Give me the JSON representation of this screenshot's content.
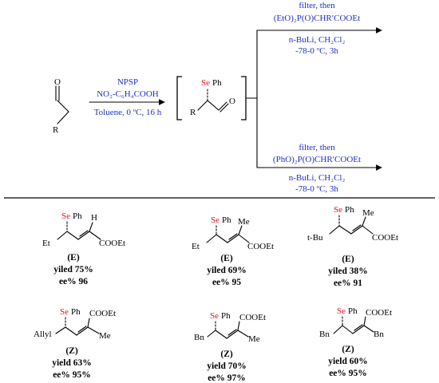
{
  "reagents": {
    "step1_top": "NPSP",
    "step1_acid": "NO₂-C₆H₄COOH",
    "step1_cond": "Toluene, 0 ºC, 16 h",
    "top_a": "filter, then",
    "top_b": "(EtO)₂P(O)CHR′COOEt",
    "top_c": "n-BuLi, CH₂Cl₂",
    "top_d": "-78-0 ºC, 3h",
    "bot_a": "filter, then",
    "bot_b": "(PhO)₂P(O)CHR′COOEt",
    "bot_c": "n-BuLi, CH₂Cl₂",
    "bot_d": "-78-0 ºC, 3h"
  },
  "atoms": {
    "O": "O",
    "R": "R",
    "Se": "Se",
    "Ph": "Ph",
    "H": "H",
    "Me": "Me",
    "COOEt": "COOEt",
    "Et": "Et",
    "tBu": "t-Bu",
    "Allyl": "Allyl",
    "Bn": "Bn"
  },
  "products": [
    {
      "geom": "(E)",
      "yield": "yiled 75%",
      "ee": "ee% 96"
    },
    {
      "geom": "(E)",
      "yield": "yiled 69%",
      "ee": "ee% 95"
    },
    {
      "geom": "(E)",
      "yield": "yiled 38%",
      "ee": "ee% 91"
    },
    {
      "geom": "(Z)",
      "yield": "yield 63%",
      "ee": "ee% 95%"
    },
    {
      "geom": "(Z)",
      "yield": "yield 70%",
      "ee": "ee% 97%"
    },
    {
      "geom": "(Z)",
      "yield": "yield 60%",
      "ee": "ee% 95%"
    }
  ],
  "colors": {
    "reagent": "#1f2fbf",
    "selenium": "#e0141e",
    "ink": "#000000"
  }
}
